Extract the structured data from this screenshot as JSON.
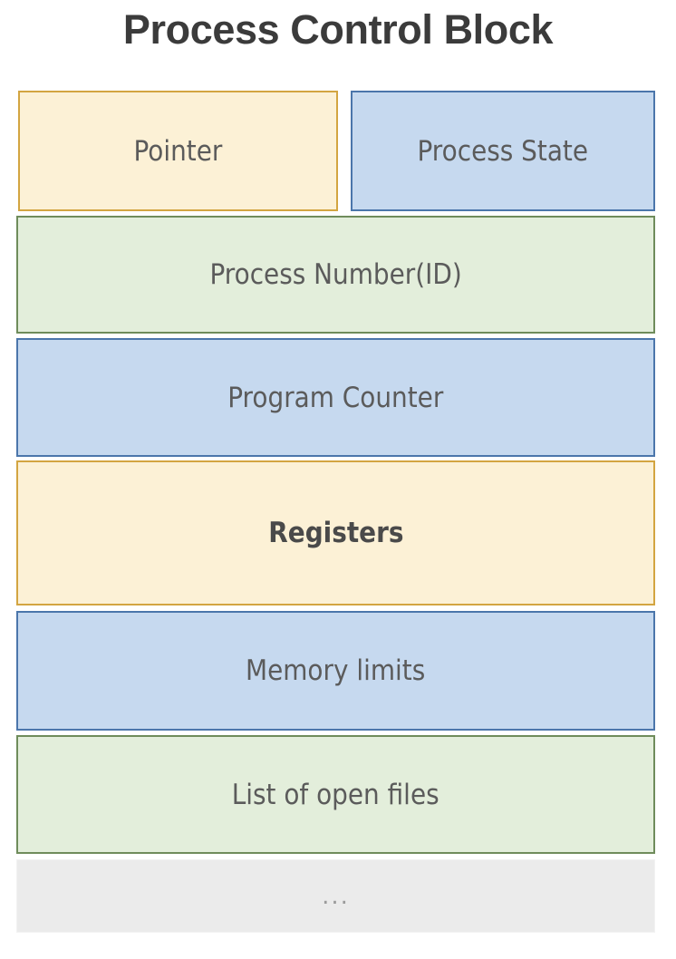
{
  "diagram": {
    "title": "Process Control Block",
    "title_color": "#3b3b3b",
    "background_color": "#ffffff",
    "palette": {
      "yellow_fill": "#fcf1d6",
      "yellow_border": "#d3a541",
      "blue_fill": "#c6d9ef",
      "blue_border": "#4b76ab",
      "green_fill": "#e3eedb",
      "green_border": "#6f8c5b",
      "gray_fill": "#ebebeb",
      "gray_border": "#f2f2f2",
      "label_color": "#5b5b5b",
      "emphasis_label_color": "#4a4a4a",
      "ellipsis_color": "#9b9b9b"
    },
    "fields": [
      {
        "id": "pointer",
        "label": "Pointer",
        "color": "yellow",
        "emphasis": false,
        "row": 1,
        "column": "left"
      },
      {
        "id": "process-state",
        "label": "Process State",
        "color": "blue",
        "emphasis": false,
        "row": 1,
        "column": "right"
      },
      {
        "id": "process-number",
        "label": "Process Number(ID)",
        "color": "green",
        "emphasis": false,
        "row": 2,
        "column": "full"
      },
      {
        "id": "program-counter",
        "label": "Program Counter",
        "color": "blue",
        "emphasis": false,
        "row": 3,
        "column": "full"
      },
      {
        "id": "registers",
        "label": "Registers",
        "color": "yellow",
        "emphasis": true,
        "row": 4,
        "column": "full"
      },
      {
        "id": "memory-limits",
        "label": "Memory limits",
        "color": "blue",
        "emphasis": false,
        "row": 5,
        "column": "full"
      },
      {
        "id": "open-files",
        "label": "List of open files",
        "color": "green",
        "emphasis": false,
        "row": 6,
        "column": "full"
      },
      {
        "id": "more",
        "label": "...",
        "color": "gray",
        "emphasis": false,
        "row": 7,
        "column": "full"
      }
    ]
  }
}
